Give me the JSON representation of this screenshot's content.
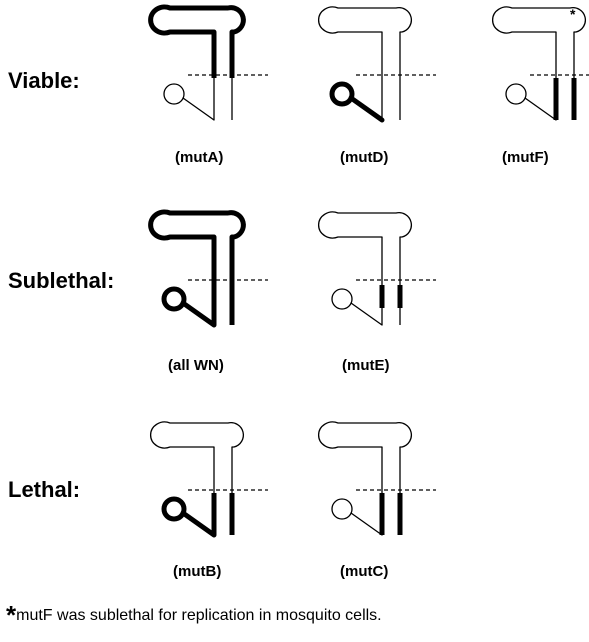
{
  "rows": [
    {
      "label": "Viable:",
      "variants": [
        {
          "caption": "(mutA)",
          "bold": {
            "topLoop": true,
            "stemL": true,
            "stemR": true,
            "bottomLoop": false,
            "lowerLeft": false,
            "lowerRight": false
          }
        },
        {
          "caption": "(mutD)",
          "bold": {
            "topLoop": false,
            "stemL": false,
            "stemR": false,
            "bottomLoop": true,
            "lowerLeft": false,
            "lowerRight": false
          }
        },
        {
          "caption": "(mutF)",
          "bold": {
            "topLoop": false,
            "stemL": false,
            "stemR": false,
            "bottomLoop": false,
            "lowerLeft": true,
            "lowerRight": true
          },
          "mark": "*"
        }
      ]
    },
    {
      "label": "Sublethal:",
      "variants": [
        {
          "caption": "(all WN)",
          "bold": {
            "topLoop": true,
            "stemL": true,
            "stemR": true,
            "bottomLoop": true,
            "lowerLeft": true,
            "lowerRight": true
          }
        },
        {
          "caption": "(mutE)",
          "bold": {
            "topLoop": false,
            "stemL": false,
            "stemR": false,
            "bottomLoop": false,
            "lowerLeft": true,
            "lowerRight": true,
            "shortLower": true
          }
        }
      ]
    },
    {
      "label": "Lethal:",
      "variants": [
        {
          "caption": "(mutB)",
          "bold": {
            "topLoop": false,
            "stemL": false,
            "stemR": false,
            "bottomLoop": true,
            "lowerLeft": true,
            "lowerRight": true
          }
        },
        {
          "caption": "(mutC)",
          "bold": {
            "topLoop": false,
            "stemL": false,
            "stemR": false,
            "bottomLoop": false,
            "lowerLeft": true,
            "lowerRight": true
          }
        }
      ]
    }
  ],
  "footnote": {
    "star": "*",
    "text": "mutF was sublethal for replication in mosquito cells."
  },
  "colors": {
    "ink": "#000000",
    "background": "#ffffff"
  }
}
